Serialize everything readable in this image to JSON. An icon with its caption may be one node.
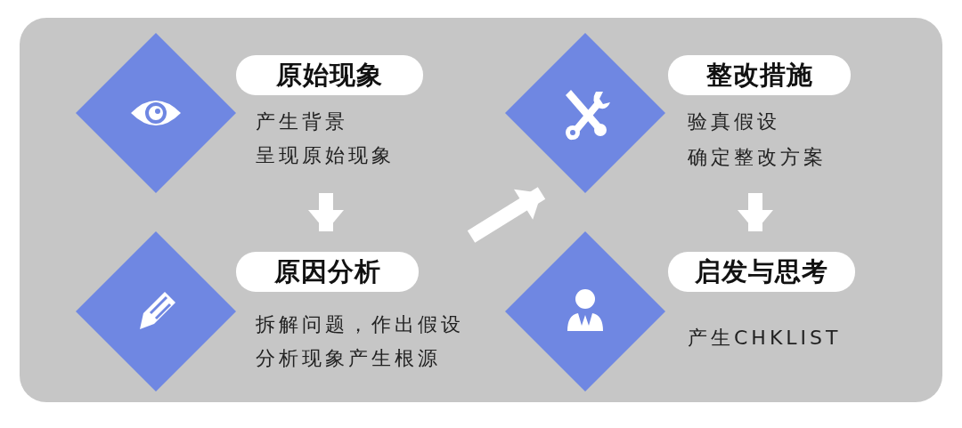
{
  "diagram": {
    "nodes": [
      {
        "text": [
          "原始现象",
          "产生背景",
          "呈现原始现象"
        ]
      },
      {
        "text": [
          "原因分析",
          "拆解问题，作出假设",
          "分析现象产生根源"
        ]
      },
      {
        "text": [
          "整改措施",
          "验真假设",
          "确定整改方案"
        ]
      },
      {
        "text": [
          "启发与思考",
          "产生CHKLIST"
        ]
      }
    ],
    "edges": [
      {
        "from": 0,
        "to": 1,
        "arrow": "to"
      },
      {
        "from": 1,
        "to": 2,
        "arrow": "to"
      },
      {
        "from": 2,
        "to": 3,
        "arrow": "to"
      }
    ]
  }
}
